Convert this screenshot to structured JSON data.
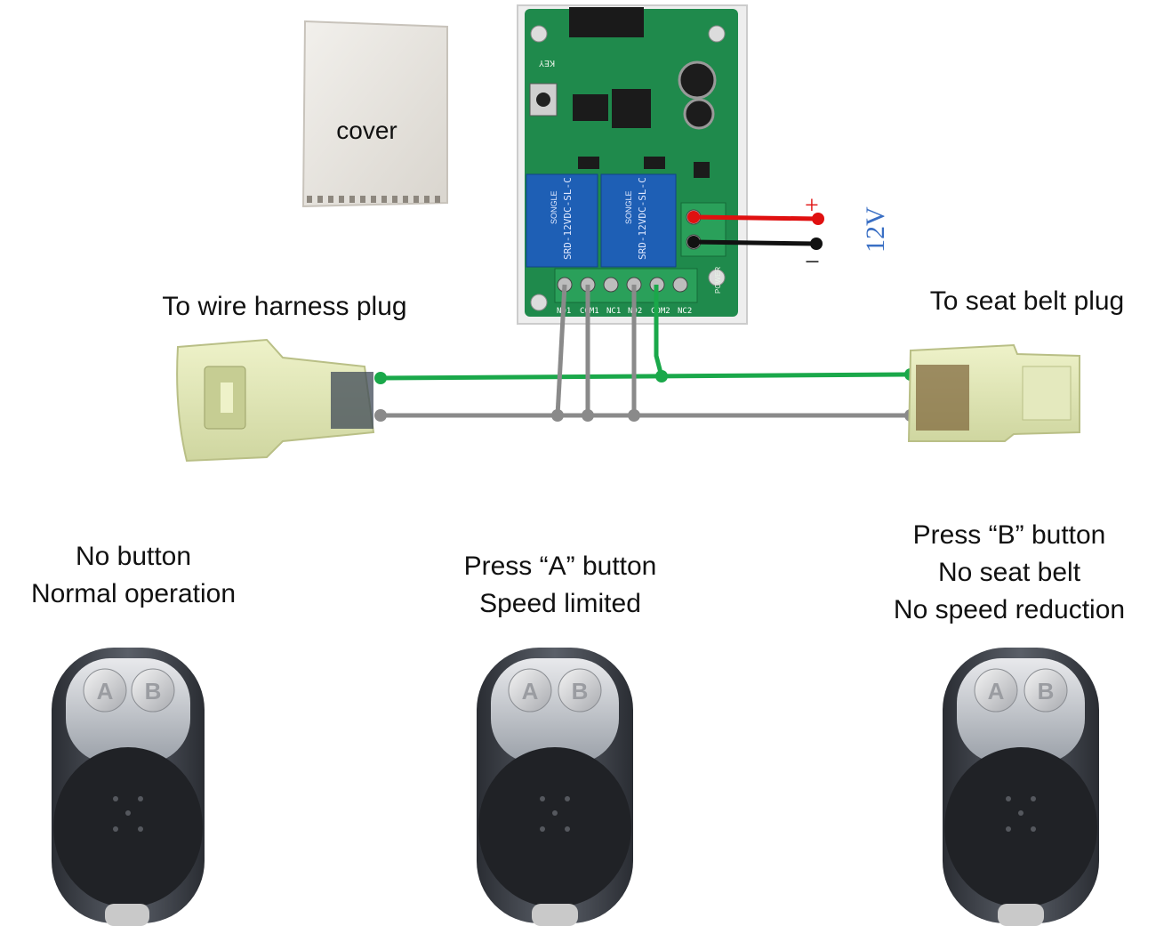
{
  "labels": {
    "cover": "cover",
    "wire_harness": "To wire harness plug",
    "seat_belt": "To seat belt plug",
    "voltage": "12V",
    "plus": "+",
    "minus": "−"
  },
  "board": {
    "relay_text": "SRD-12VDC-SL-C",
    "brand": "SONGLE",
    "key": "KEY",
    "power": "POWER",
    "terminals": [
      "NO1",
      "COM1",
      "NC1",
      "NO2",
      "COM2",
      "NC2"
    ]
  },
  "remotes": [
    {
      "lines": [
        "No button",
        "Normal operation"
      ],
      "buttons": [
        "A",
        "B"
      ]
    },
    {
      "lines": [
        "Press “A” button",
        "Speed limited"
      ],
      "buttons": [
        "A",
        "B"
      ]
    },
    {
      "lines": [
        "Press “B” button",
        "No seat belt",
        "No speed reduction"
      ],
      "buttons": [
        "A",
        "B"
      ]
    }
  ],
  "colors": {
    "pcb": "#1f8a4c",
    "relay": "#1e5fb5",
    "wire_green": "#1aa84a",
    "wire_gray": "#8a8a8a",
    "wire_red": "#e01010",
    "wire_black": "#111111",
    "voltage_text": "#3a6fc4",
    "plug": "#dfe6b5"
  }
}
